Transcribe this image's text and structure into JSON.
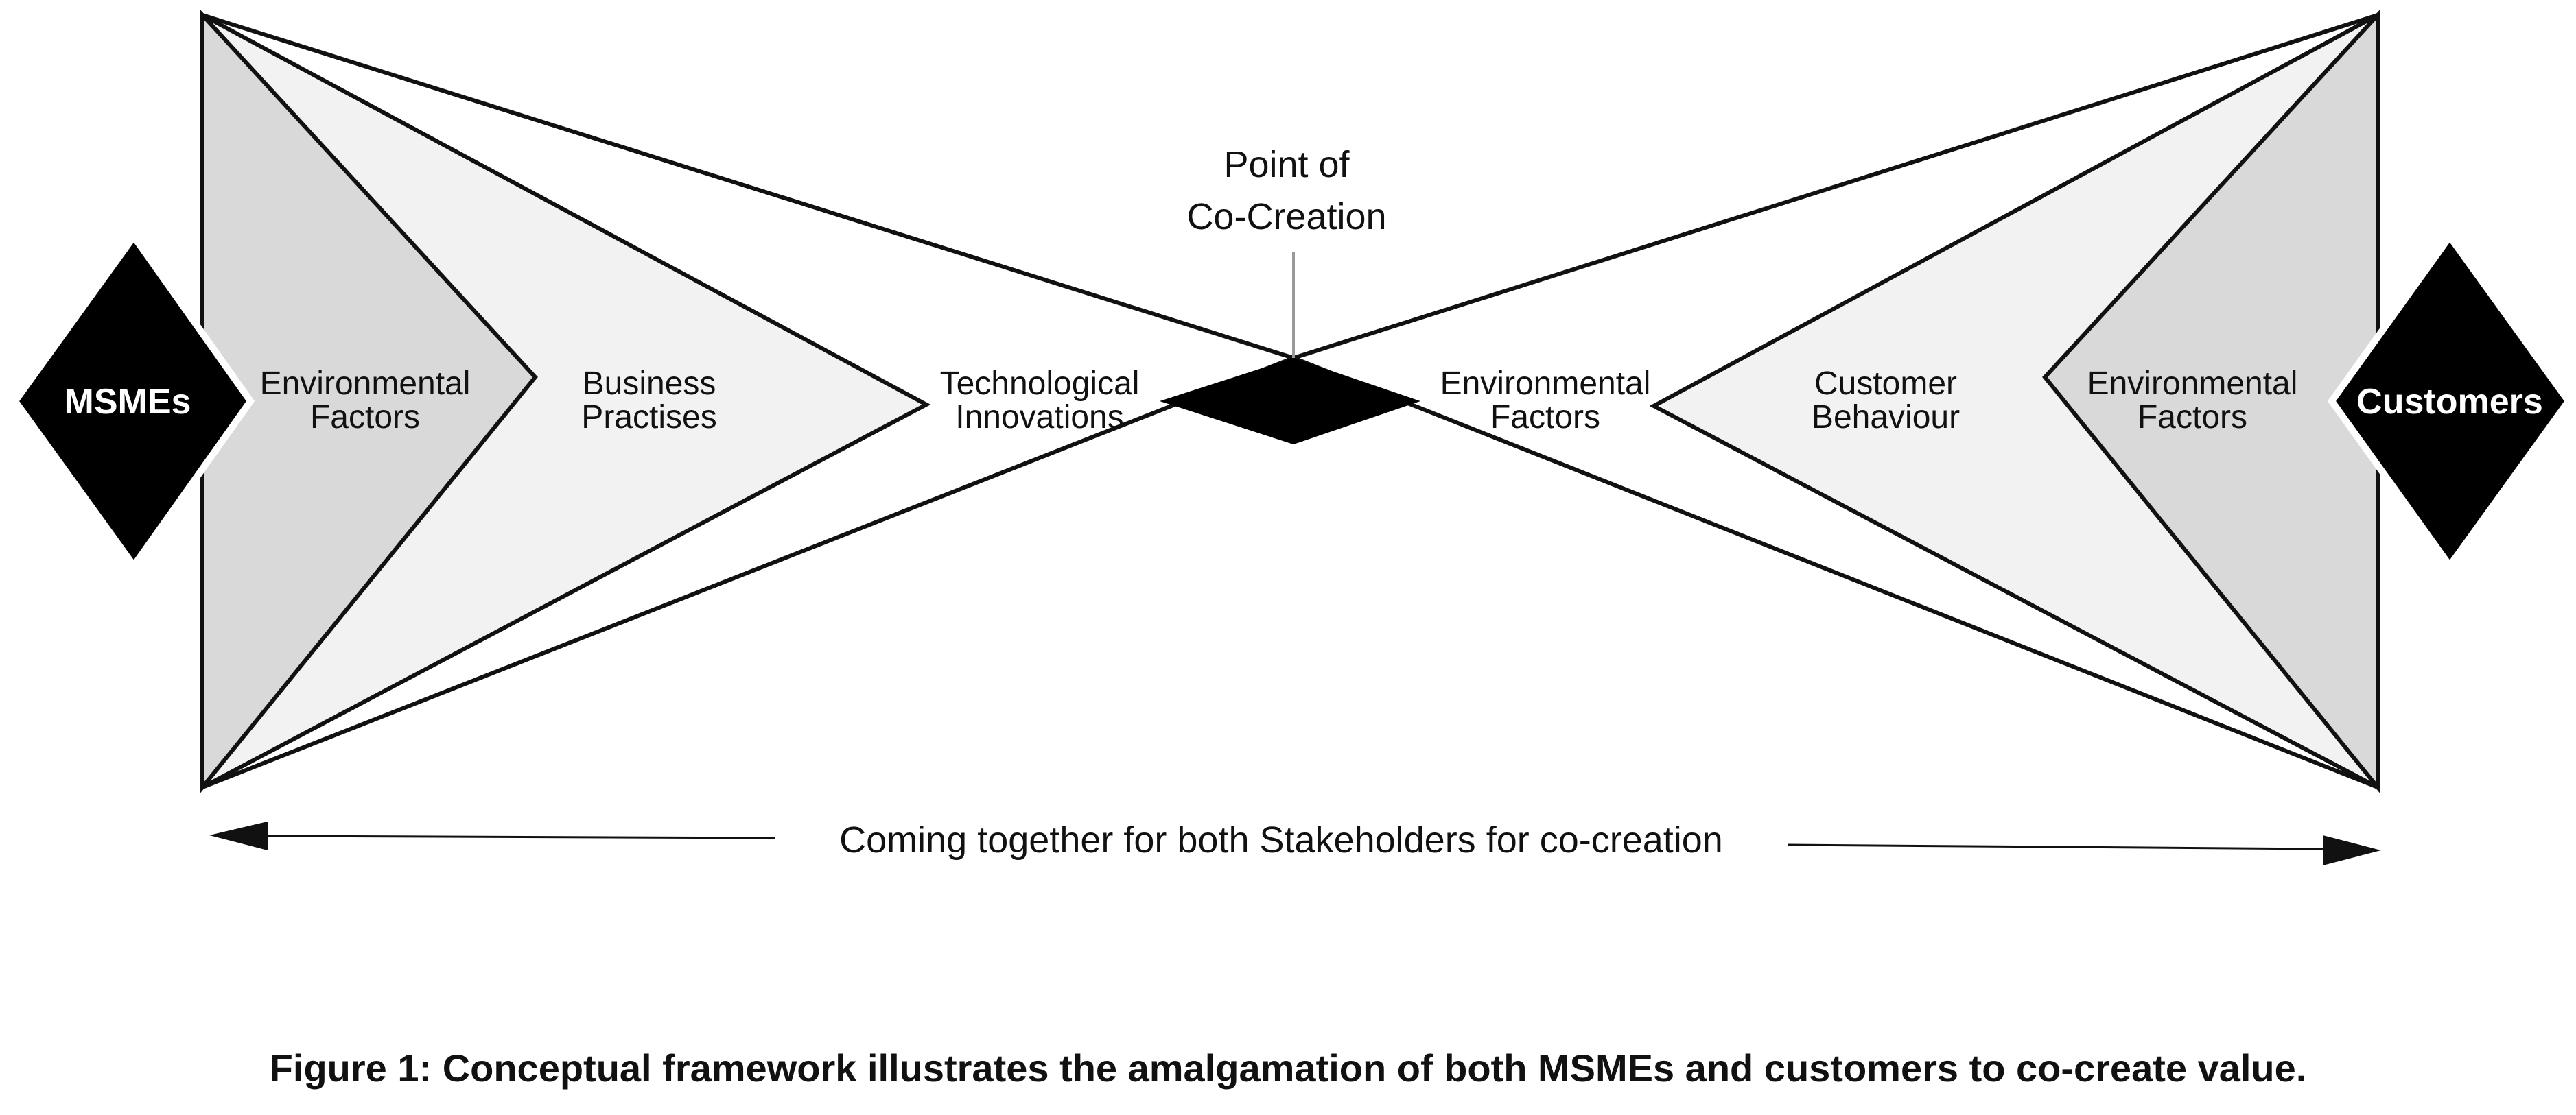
{
  "left_stakeholder": "MSMEs",
  "right_stakeholder": "Customers",
  "left_layers": [
    {
      "line1": "Environmental",
      "line2": "Factors"
    },
    {
      "line1": "Business",
      "line2": "Practises"
    },
    {
      "line1": "Technological",
      "line2": "Innovations"
    }
  ],
  "right_layers": [
    {
      "line1": "Environmental",
      "line2": "Factors"
    },
    {
      "line1": "Customer",
      "line2": "Behaviour"
    },
    {
      "line1": "Environmental",
      "line2": "Factors"
    }
  ],
  "center": {
    "line1": "Point of",
    "line2": "Co-Creation"
  },
  "arrow_label": "Coming together for both Stakeholders for co-creation",
  "caption": "Figure 1: Conceptual framework illustrates the amalgamation of both MSMEs and customers to co-create value.",
  "colors": {
    "stroke": "#111111",
    "outer_fill": "#d9d9d9",
    "mid_fill": "#f2f2f2",
    "diamond": "#000000"
  }
}
